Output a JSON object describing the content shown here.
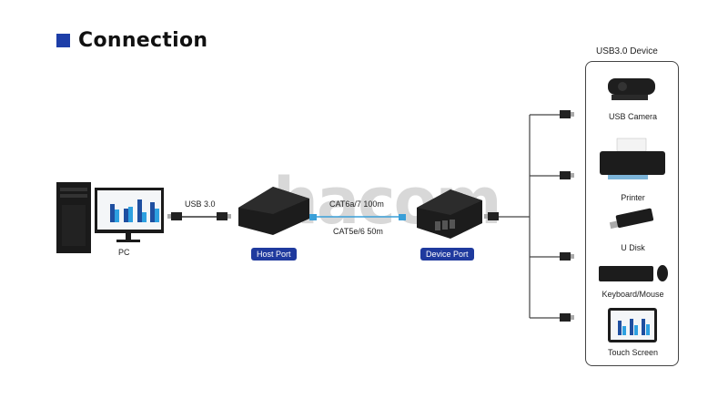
{
  "header": {
    "title": "Connection"
  },
  "pc": {
    "label": "PC"
  },
  "link_pc_host": {
    "label": "USB 3.0"
  },
  "host": {
    "badge": "Host Port"
  },
  "link_host_device": {
    "label_top": "CAT6a/7 100m",
    "label_bottom": "CAT5e/6 50m"
  },
  "device": {
    "badge": "Device Port"
  },
  "usb_devices": {
    "title": "USB3.0 Device",
    "items": [
      {
        "label": "USB Camera"
      },
      {
        "label": "Printer"
      },
      {
        "label": "U Disk"
      },
      {
        "label": "Keyboard/Mouse"
      },
      {
        "label": "Touch Screen"
      }
    ]
  },
  "watermark": "hacom",
  "colors": {
    "accent": "#1f3a9e",
    "cable_blue": "#3a9fd8",
    "product_black": "#1c1c1c"
  }
}
